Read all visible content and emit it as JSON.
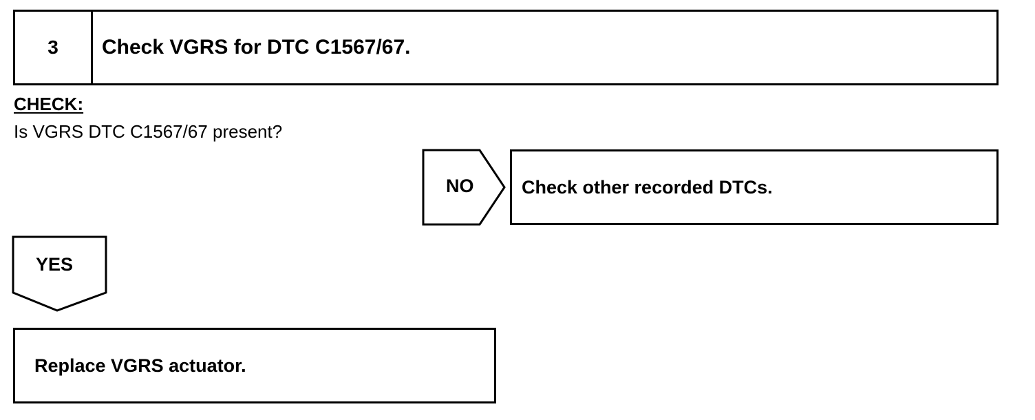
{
  "step": {
    "number": "3",
    "title": "Check VGRS for DTC C1567/67."
  },
  "check": {
    "label": "CHECK:",
    "question": "Is VGRS DTC C1567/67 present?"
  },
  "branches": {
    "no": {
      "label": "NO",
      "result": "Check other recorded DTCs."
    },
    "yes": {
      "label": "YES",
      "result": "Replace VGRS actuator."
    }
  }
}
